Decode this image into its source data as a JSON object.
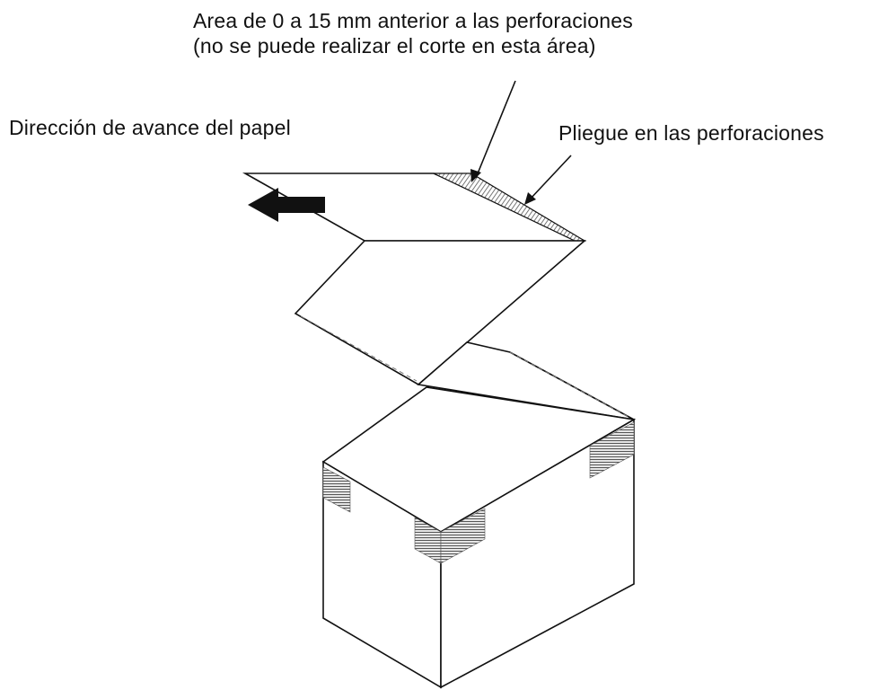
{
  "labels": {
    "area_line1": "Area de 0 a 15 mm anterior a las perforaciones",
    "area_line2": "(no se puede realizar el corte en esta área)",
    "direction": "Dirección de avance del papel",
    "fold": "Pliegue en las perforaciones"
  },
  "icons": {
    "feed_arrow": "arrow-left-icon"
  },
  "colors": {
    "line": "#111111",
    "hatch": "#555555",
    "paper": "#ffffff"
  }
}
